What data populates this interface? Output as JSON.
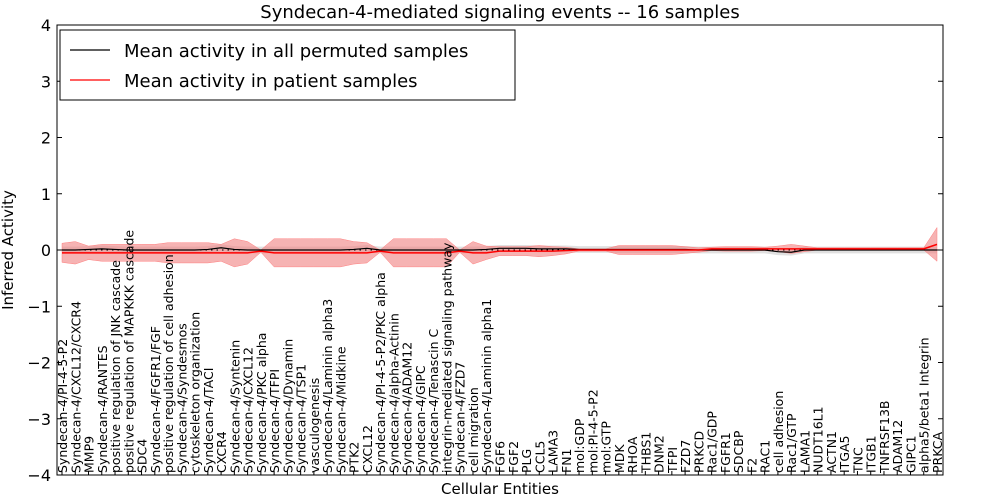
{
  "chart_data": {
    "type": "line",
    "title": "Syndecan-4-mediated signaling events -- 16 samples",
    "xlabel": "Cellular Entities",
    "ylabel": "Inferred Activity",
    "ylim": [
      -4,
      4
    ],
    "yticks": [
      -4,
      -3,
      -2,
      -1,
      0,
      1,
      2,
      3,
      4
    ],
    "grid": false,
    "legend_position": "top-left",
    "colors": {
      "permuted": "#000000",
      "patient": "#ff0000",
      "patient_band": "#f08080",
      "permuted_band": "#cccccc"
    },
    "categories": [
      "Syndecan-4/PI-4-5-P2",
      "Syndecan-4/CXCL12/CXCR4",
      "MMP9",
      "Syndecan-4/RANTES",
      "positive regulation of JNK cascade",
      "positive regulation of MAPKKK cascade",
      "SDC4",
      "Syndecan-4/FGFR1/FGF",
      "positive regulation of cell adhesion",
      "Syndecan-4/Syndesmos",
      "cytoskeleton organization",
      "Syndecan-4/TACI",
      "CXCR4",
      "Syndecan-4/Syntenin",
      "Syndecan-4/CXCL12",
      "Syndecan-4/PKC alpha",
      "Syndecan-4/TFPI",
      "Syndecan-4/Dynamin",
      "Syndecan-4/TSP1",
      "vasculogenesis",
      "Syndecan-4/Laminin alpha3",
      "Syndecan-4/Midkine",
      "PTK2",
      "CXCL12",
      "Syndecan-4/PI-4-5-P2/PKC alpha",
      "Syndecan-4/alpha-Actinin",
      "Syndecan-4/ADAM12",
      "Syndecan-4/GIPC",
      "Syndecan-4/Tenascin C",
      "integrin-mediated signaling pathway",
      "Syndecan-4/FZD7",
      "cell migration",
      "Syndecan-4/Laminin alpha1",
      "FGF6",
      "FGF2",
      "PLG",
      "CCL5",
      "LAMA3",
      "FN1",
      "mol:GDP",
      "mol:PI-4-5-P2",
      "mol:GTP",
      "MDK",
      "RHOA",
      "THBS1",
      "DNM2",
      "TFPI",
      "FZD7",
      "PRKCD",
      "Rac1/GDP",
      "FGFR1",
      "SDCBP",
      "F2",
      "RAC1",
      "cell adhesion",
      "Rac1/GTP",
      "LAMA1",
      "NUDT16L1",
      "ACTN1",
      "ITGA5",
      "TNC",
      "ITGB1",
      "TNFRSF13B",
      "ADAM12",
      "GIPC1",
      "alpha5/beta1 Integrin",
      "PRKCA"
    ],
    "series": [
      {
        "name": "Mean activity in all permuted samples",
        "values": [
          0,
          0,
          0.01,
          0.02,
          0.01,
          0,
          0,
          0,
          0,
          0,
          0,
          0.01,
          0.04,
          0.01,
          0,
          0,
          0,
          0,
          0,
          0,
          0,
          0,
          0.01,
          0.03,
          0,
          0,
          0,
          0,
          0,
          0,
          0,
          0,
          0.01,
          0.03,
          0.03,
          0.03,
          0.02,
          0.02,
          0.02,
          0.01,
          0.01,
          0.01,
          0.01,
          0.01,
          0.01,
          0.01,
          0.01,
          0.01,
          0,
          0,
          0,
          0,
          0,
          0,
          -0.03,
          -0.04,
          0,
          0,
          0,
          0,
          0,
          0,
          0,
          0,
          0,
          0,
          0
        ],
        "spread": 0.06
      },
      {
        "name": "Mean activity in patient samples",
        "values": [
          -0.05,
          -0.05,
          -0.05,
          -0.05,
          -0.05,
          -0.05,
          -0.05,
          -0.05,
          -0.05,
          -0.05,
          -0.05,
          -0.05,
          -0.05,
          -0.05,
          -0.05,
          -0.02,
          -0.05,
          -0.05,
          -0.05,
          -0.05,
          -0.05,
          -0.05,
          -0.05,
          -0.05,
          -0.02,
          -0.05,
          -0.05,
          -0.05,
          -0.05,
          -0.05,
          -0.02,
          -0.05,
          -0.05,
          -0.02,
          -0.02,
          -0.02,
          -0.02,
          -0.02,
          -0.01,
          0,
          0,
          0,
          0,
          0,
          0,
          0,
          0,
          0,
          0,
          0.02,
          0.02,
          0.02,
          0.02,
          0.02,
          0.02,
          0.02,
          0.02,
          0.02,
          0.02,
          0.02,
          0.02,
          0.02,
          0.02,
          0.02,
          0.02,
          0.02,
          0.1
        ],
        "spread": [
          0.17,
          0.2,
          0.12,
          0.15,
          0.15,
          0.15,
          0.15,
          0.15,
          0.18,
          0.18,
          0.18,
          0.18,
          0.15,
          0.25,
          0.2,
          0.02,
          0.25,
          0.25,
          0.25,
          0.25,
          0.25,
          0.25,
          0.2,
          0.18,
          0.02,
          0.25,
          0.25,
          0.25,
          0.25,
          0.25,
          0.02,
          0.2,
          0.12,
          0.08,
          0.08,
          0.08,
          0.1,
          0.08,
          0.06,
          0.02,
          0.02,
          0.02,
          0.08,
          0.08,
          0.08,
          0.08,
          0.08,
          0.06,
          0.04,
          0.03,
          0.04,
          0.04,
          0.04,
          0.03,
          0.05,
          0.08,
          0.05,
          0.02,
          0.02,
          0.02,
          0.02,
          0.02,
          0.02,
          0.02,
          0.02,
          0.02,
          0.3
        ]
      }
    ]
  }
}
